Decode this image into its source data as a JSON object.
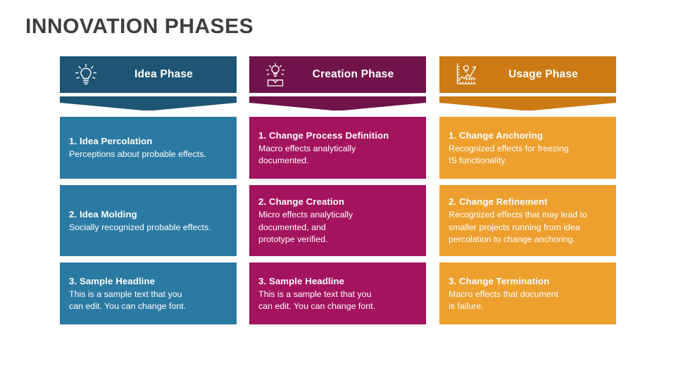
{
  "slide": {
    "title": "INNOVATION PHASES",
    "background": "#ffffff",
    "title_color": "#3e3e3e"
  },
  "columns": [
    {
      "id": "idea-phase",
      "header": {
        "label": "Idea Phase",
        "icon": "lightbulb-icon",
        "color": "#1f5574",
        "notch_color": "#1f5574"
      },
      "card_color": "#2b7aa3",
      "cards": [
        {
          "title": "1. Idea Percolation",
          "body": "Perceptions about probable effects."
        },
        {
          "title": "2. Idea Molding",
          "body": "Socially recognized probable effects."
        },
        {
          "title": "3. Sample Headline",
          "body": "This is a sample text that you\ncan edit. You can change font."
        }
      ]
    },
    {
      "id": "creation-phase",
      "header": {
        "label": "Creation Phase",
        "icon": "lightbulb-in-box-icon",
        "color": "#70134a",
        "notch_color": "#70134a"
      },
      "card_color": "#a4135e",
      "cards": [
        {
          "title": "1. Change Process Definition",
          "body": "Macro effects analytically\ndocumented."
        },
        {
          "title": "2. Change Creation",
          "body": "Micro effects analytically\ndocumented, and\nprototype verified."
        },
        {
          "title": "3. Sample Headline",
          "body": "This is a sample text that you\ncan edit. You can change font."
        }
      ]
    },
    {
      "id": "usage-phase",
      "header": {
        "label": "Usage Phase",
        "icon": "energy-chart-icon",
        "color": "#cc7a13",
        "notch_color": "#cc7a13"
      },
      "card_color": "#eda02e",
      "cards": [
        {
          "title": "1. Change Anchoring",
          "body": "Recognized effects for freezing\nIS functionality."
        },
        {
          "title": "2. Change Refinement",
          "body": "Recognized effects that may lead to\nsmaller projects running from idea\npercolation to change anchoring."
        },
        {
          "title": "3. Change Termination",
          "body": "Macro effects that document\nis failure."
        }
      ]
    }
  ]
}
